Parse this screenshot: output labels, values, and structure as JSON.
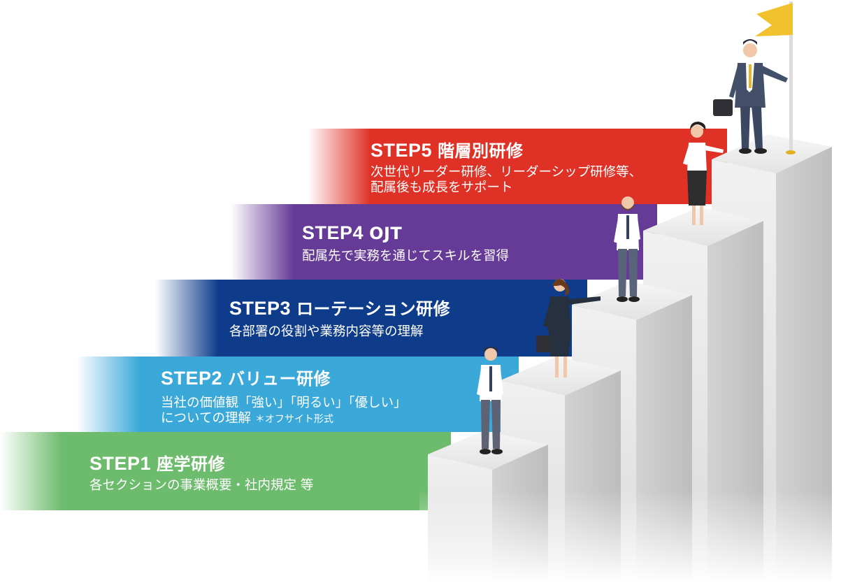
{
  "colors": {
    "step1": "#6dbb6c",
    "step2": "#3aa8d8",
    "step3": "#0e3c8b",
    "step4": "#663a97",
    "step5": "#df3126",
    "flag": "#f2c12e"
  },
  "steps": [
    {
      "label": "STEP1",
      "name": "座学研修",
      "desc": [
        "各セクションの事業概要・社内規定 等"
      ]
    },
    {
      "label": "STEP2",
      "name": "バリュー研修",
      "desc": [
        "当社の価値観「強い」「明るい」「優しい」",
        "についての理解"
      ],
      "note": "＊オフサイト形式"
    },
    {
      "label": "STEP3",
      "name": "ローテーション研修",
      "desc": [
        "各部署の役割や業務内容等の理解"
      ]
    },
    {
      "label": "STEP4",
      "name": "OJT",
      "desc": [
        "配属先で実務を通じてスキルを習得"
      ]
    },
    {
      "label": "STEP5",
      "name": "階層別研修",
      "desc": [
        "次世代リーダー研修、リーダーシップ研修等、",
        "配属後も成長をサポート"
      ]
    }
  ]
}
